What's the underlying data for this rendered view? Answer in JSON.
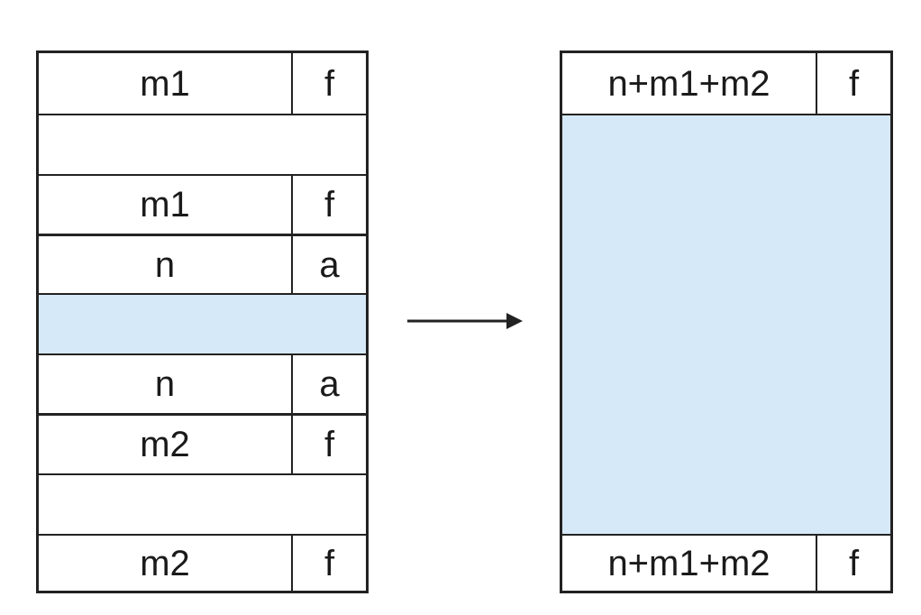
{
  "colors": {
    "border": "#222222",
    "payload_fill": "#d6e9f8",
    "background": "#ffffff"
  },
  "before": {
    "prev_free_header": {
      "size": "m1",
      "flag": "f"
    },
    "prev_free_footer": {
      "size": "m1",
      "flag": "f"
    },
    "freed_header": {
      "size": "n",
      "flag": "a"
    },
    "freed_footer": {
      "size": "n",
      "flag": "a"
    },
    "next_free_header": {
      "size": "m2",
      "flag": "f"
    },
    "next_free_footer": {
      "size": "m2",
      "flag": "f"
    }
  },
  "after": {
    "header": {
      "size": "n+m1+m2",
      "flag": "f"
    },
    "footer": {
      "size": "n+m1+m2",
      "flag": "f"
    }
  },
  "arrow_icon": "right-arrow-icon"
}
